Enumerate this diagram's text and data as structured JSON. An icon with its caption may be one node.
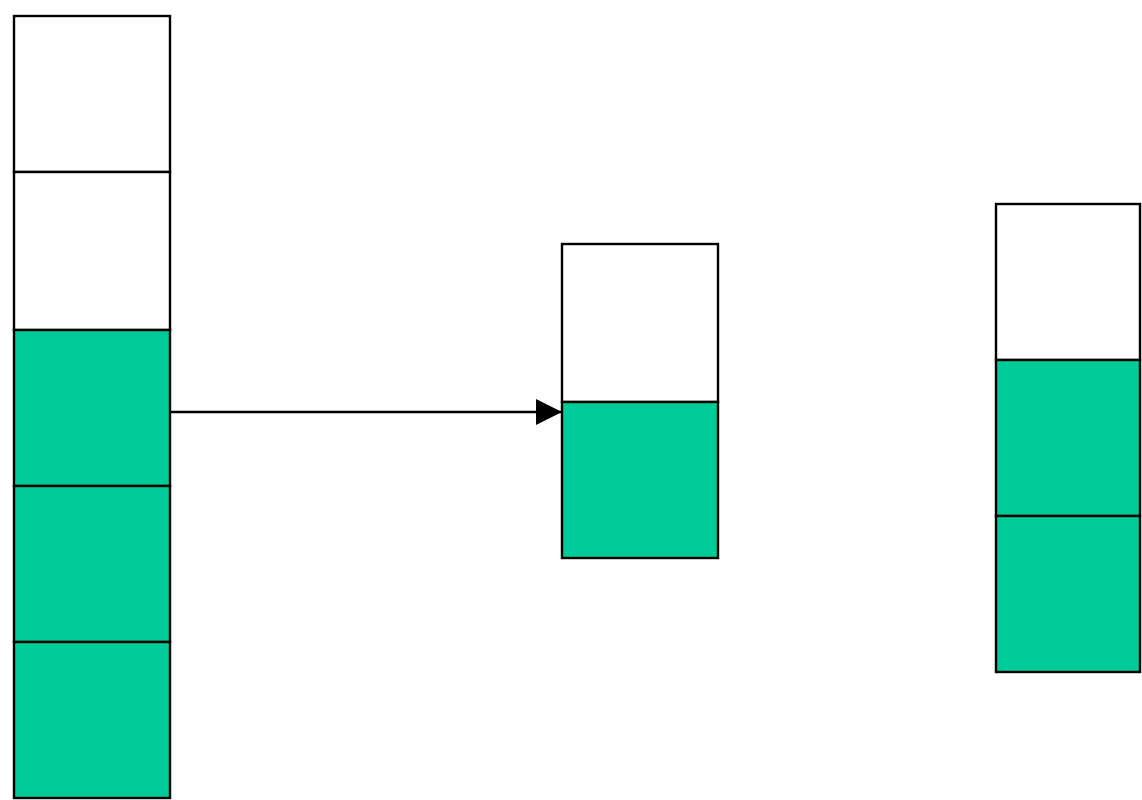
{
  "diagram": {
    "nodes": [
      {
        "text": [],
        "shape": "box"
      },
      {
        "text": [],
        "shape": "box"
      },
      {
        "text": [],
        "shape": "box"
      },
      {
        "text": [],
        "shape": "box"
      },
      {
        "text": [],
        "shape": "box"
      },
      {
        "text": [],
        "shape": "box"
      },
      {
        "text": [],
        "shape": "box"
      },
      {
        "text": [],
        "shape": "box"
      },
      {
        "text": [],
        "shape": "box"
      },
      {
        "text": [],
        "shape": "box"
      }
    ],
    "edges": [
      {
        "from": 2,
        "to": 6,
        "arrow": "to"
      }
    ]
  }
}
